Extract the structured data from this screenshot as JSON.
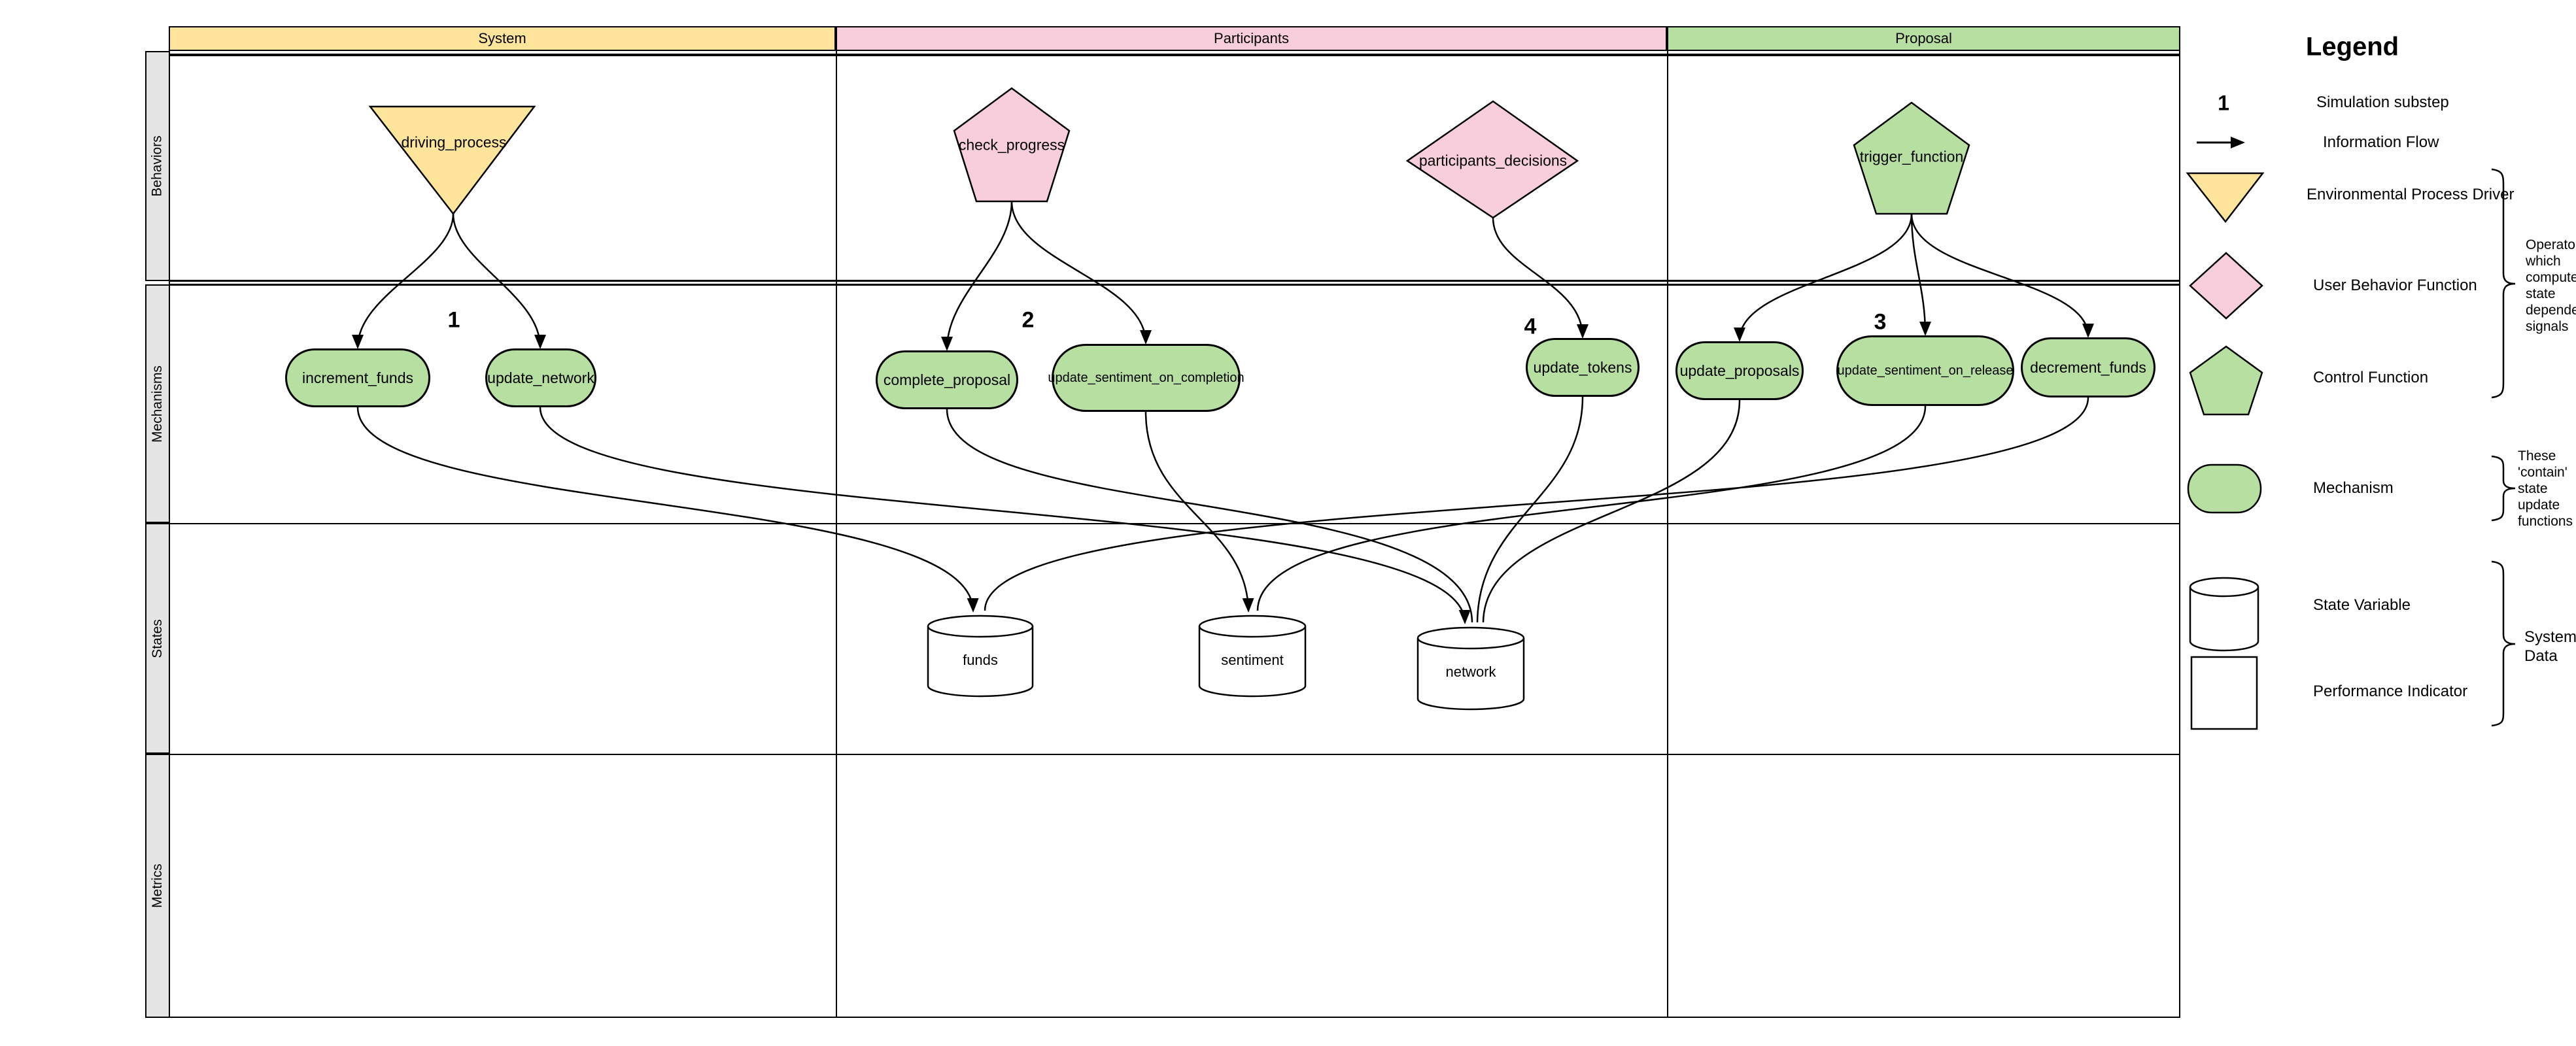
{
  "colors": {
    "environmental_yellow": "#FFE59B",
    "user_behavior_pink": "#F8CEDC",
    "mechanism_green": "#B7DFA2",
    "lane_label_gray": "#E5E5E5",
    "line_black": "#000000"
  },
  "lanes": {
    "columns": [
      {
        "label": "System"
      },
      {
        "label": "Participants"
      },
      {
        "label": "Proposal"
      }
    ],
    "rows": [
      {
        "label": "Behaviors"
      },
      {
        "label": "Mechanisms"
      },
      {
        "label": "States"
      },
      {
        "label": "Metrics"
      }
    ]
  },
  "behaviors": [
    {
      "label": "driving_process",
      "shape": "inverted-triangle",
      "column": "System"
    },
    {
      "label": "check_progress",
      "shape": "pentagon",
      "column": "Participants"
    },
    {
      "label": "participants_decisions",
      "shape": "diamond",
      "column": "Participants"
    },
    {
      "label": "trigger_function",
      "shape": "pentagon",
      "column": "Proposal"
    }
  ],
  "mechanisms": [
    {
      "label": "increment_funds",
      "column": "System"
    },
    {
      "label": "update_network",
      "column": "System"
    },
    {
      "label": "complete_proposal",
      "column": "Participants"
    },
    {
      "label": "update_sentiment_on_completion",
      "column": "Participants"
    },
    {
      "label": "update_tokens",
      "column": "Participants"
    },
    {
      "label": "update_proposals",
      "column": "Proposal"
    },
    {
      "label": "update_sentiment_on_release",
      "column": "Proposal"
    },
    {
      "label": "decrement_funds",
      "column": "Proposal"
    }
  ],
  "substeps": [
    {
      "value": "1",
      "column": "System"
    },
    {
      "value": "2",
      "column": "Participants"
    },
    {
      "value": "4",
      "column": "Participants"
    },
    {
      "value": "3",
      "column": "Proposal"
    }
  ],
  "states": [
    {
      "label": "funds"
    },
    {
      "label": "sentiment"
    },
    {
      "label": "network"
    }
  ],
  "flows": [
    {
      "from": "driving_process",
      "to": "increment_funds"
    },
    {
      "from": "driving_process",
      "to": "update_network"
    },
    {
      "from": "check_progress",
      "to": "complete_proposal"
    },
    {
      "from": "check_progress",
      "to": "update_sentiment_on_completion"
    },
    {
      "from": "participants_decisions",
      "to": "update_tokens"
    },
    {
      "from": "trigger_function",
      "to": "update_proposals"
    },
    {
      "from": "trigger_function",
      "to": "update_sentiment_on_release"
    },
    {
      "from": "trigger_function",
      "to": "decrement_funds"
    },
    {
      "from": "increment_funds",
      "to": "funds"
    },
    {
      "from": "decrement_funds",
      "to": "funds"
    },
    {
      "from": "update_sentiment_on_completion",
      "to": "sentiment"
    },
    {
      "from": "update_sentiment_on_release",
      "to": "sentiment"
    },
    {
      "from": "update_network",
      "to": "network"
    },
    {
      "from": "complete_proposal",
      "to": "network"
    },
    {
      "from": "update_tokens",
      "to": "network"
    },
    {
      "from": "update_proposals",
      "to": "network"
    }
  ],
  "legend": {
    "title": "Legend",
    "items": [
      {
        "symbol": "substep-number",
        "sample": "1",
        "label": "Simulation substep"
      },
      {
        "symbol": "arrow",
        "label": "Information Flow"
      },
      {
        "symbol": "inverted-triangle",
        "label": "Environmental Process Driver"
      },
      {
        "symbol": "diamond",
        "label": "User Behavior Function"
      },
      {
        "symbol": "pentagon",
        "label": "Control Function"
      },
      {
        "symbol": "rounded-rect",
        "label": "Mechanism"
      },
      {
        "symbol": "cylinder",
        "label": "State Variable"
      },
      {
        "symbol": "square",
        "label": "Performance Indicator"
      }
    ],
    "annotations": [
      {
        "text": "Operators\nwhich\ncompute\nstate\ndependent\nsignals",
        "applies_to": "Environmental Process Driver, User Behavior Function, Control Function"
      },
      {
        "text": "These\n'contain'\nstate\nupdate\nfunctions",
        "applies_to": "Mechanism"
      },
      {
        "text": "System\nData",
        "applies_to": "State Variable, Performance Indicator"
      }
    ]
  }
}
